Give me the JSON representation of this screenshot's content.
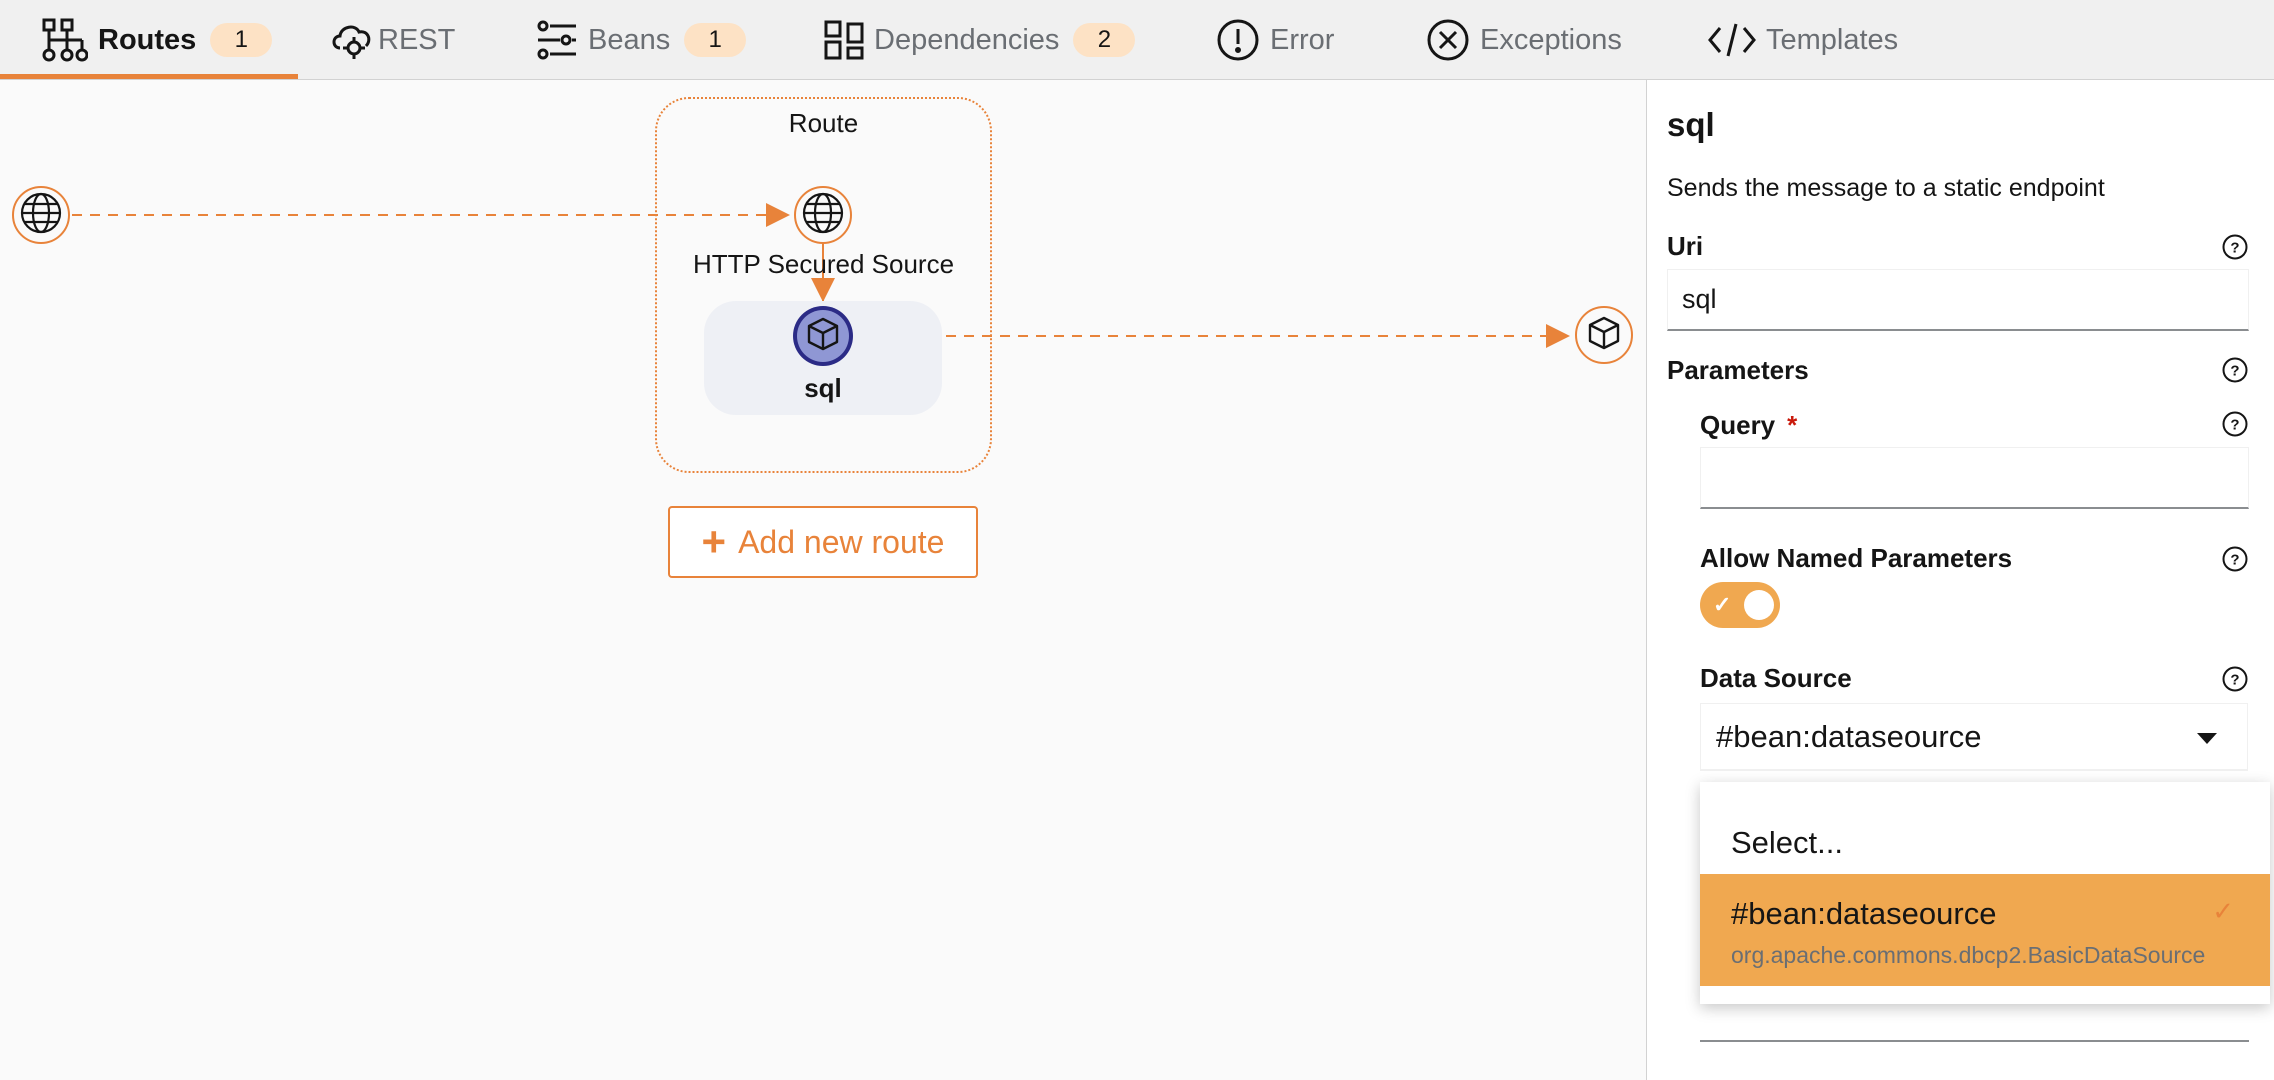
{
  "tabs": [
    {
      "label": "Routes",
      "badge": "1"
    },
    {
      "label": "REST"
    },
    {
      "label": "Beans",
      "badge": "1"
    },
    {
      "label": "Dependencies",
      "badge": "2"
    },
    {
      "label": "Error"
    },
    {
      "label": "Exceptions"
    },
    {
      "label": "Templates"
    }
  ],
  "canvas": {
    "route_label": "Route",
    "source_label": "HTTP Secured Source",
    "step_label": "sql",
    "add_route_label": "Add new route",
    "colors": {
      "accent": "#e8833a",
      "step_fill": "#8f97d4",
      "step_ring": "#2b2b86"
    }
  },
  "panel": {
    "title": "sql",
    "description": "Sends the message to a static endpoint",
    "uri_label": "Uri",
    "uri_value": "sql",
    "parameters_label": "Parameters",
    "query_label": "Query",
    "query_required": "*",
    "query_value": "",
    "allow_named_label": "Allow Named Parameters",
    "allow_named_on": true,
    "data_source_label": "Data Source",
    "data_source_value": "#bean:dataseource",
    "dropdown": {
      "placeholder": "Select...",
      "option_label": "#bean:dataseource",
      "option_description": "org.apache.commons.dbcp2.BasicDataSource",
      "option_check": "✓"
    }
  }
}
